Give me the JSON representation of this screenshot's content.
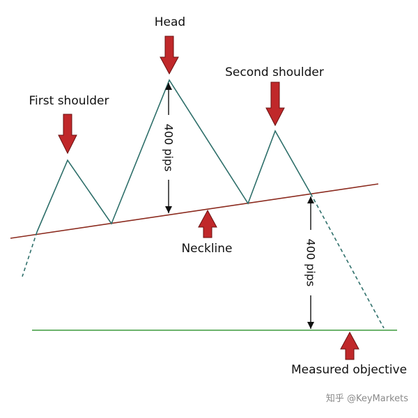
{
  "labels": {
    "head": "Head",
    "first_shoulder": "First shoulder",
    "second_shoulder": "Second shoulder",
    "neckline": "Neckline",
    "measured_objective": "Measured objective"
  },
  "measurements": {
    "head_to_neckline": "400 pips",
    "neckline_to_objective": "400 pips"
  },
  "watermark": "知乎 @KeyMarkets",
  "colors": {
    "price_line": "#2e6f6a",
    "neckline": "#8b2a1e",
    "objective_line": "#3c9a3c",
    "marker_arrow": "#c0282a",
    "marker_arrow_edge": "#6a1010",
    "dimension": "#111111"
  }
}
